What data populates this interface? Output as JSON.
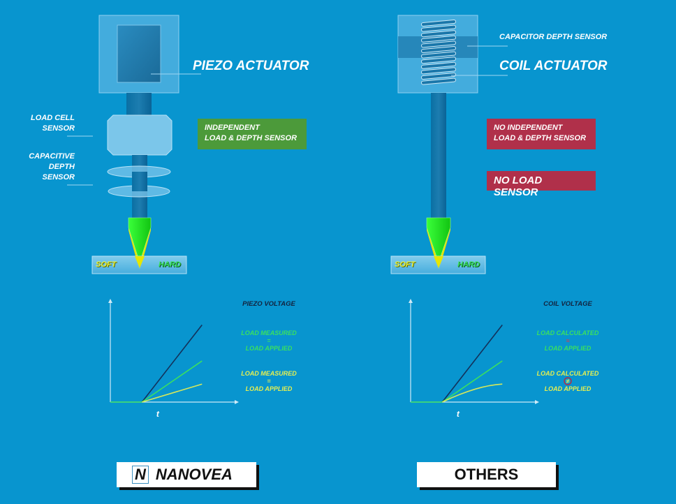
{
  "colors": {
    "background": "#0895cf",
    "independent_box": "#4c9a3a",
    "warning_box": "#b0304a",
    "tip_green": "#22dd22",
    "tip_yellow": "#e6e600",
    "line_dark": "#13315a",
    "line_green": "#3ae060",
    "line_yellow": "#d6e85a"
  },
  "left": {
    "actuator_label": "PIEZO ACTUATOR",
    "load_cell_label": [
      "LOAD CELL",
      "SENSOR"
    ],
    "capacitive_label": [
      "CAPACITIVE",
      "DEPTH",
      "SENSOR"
    ],
    "status_box": [
      "INDEPENDENT",
      "LOAD & DEPTH SENSOR"
    ],
    "sample": {
      "soft": "SOFT",
      "hard": "HARD"
    },
    "brand": {
      "logo_letter": "N",
      "name": "NANOVEA"
    }
  },
  "right": {
    "depth_sensor_label": "CAPACITOR DEPTH SENSOR",
    "actuator_label": "COIL ACTUATOR",
    "status_box": [
      "NO INDEPENDENT",
      "LOAD & DEPTH SENSOR"
    ],
    "status_box_2": "NO LOAD SENSOR",
    "sample": {
      "soft": "SOFT",
      "hard": "HARD"
    },
    "brand": {
      "name": "OTHERS"
    }
  },
  "chart_data": [
    {
      "type": "line",
      "title": "PIEZO VOLTAGE",
      "xlabel": "t",
      "ylabel": "",
      "x": [
        0,
        1,
        2.9
      ],
      "series": [
        {
          "name": "PIEZO VOLTAGE",
          "color": "#13315a",
          "values": [
            0,
            0,
            3.0
          ]
        },
        {
          "name": "LOAD MEASURED = LOAD APPLIED (green)",
          "color": "#3ae060",
          "values": [
            0,
            0,
            1.6
          ]
        },
        {
          "name": "LOAD MEASURED = LOAD APPLIED (yellow)",
          "color": "#d6e85a",
          "values": [
            0,
            0,
            0.7
          ]
        }
      ],
      "annotations": [
        {
          "lines": [
            "LOAD MEASURED",
            "=",
            "LOAD APPLIED"
          ],
          "color": "#3ae060"
        },
        {
          "lines": [
            "LOAD MEASURED",
            "=",
            "LOAD APPLIED"
          ],
          "color": "#e6f050"
        }
      ],
      "curved_last_series": false,
      "xlim": [
        0,
        3.8
      ],
      "ylim": [
        0,
        3.8
      ],
      "grid": false
    },
    {
      "type": "line",
      "title": "COIL VOLTAGE",
      "xlabel": "t",
      "ylabel": "",
      "x": [
        0,
        1,
        2.9
      ],
      "series": [
        {
          "name": "COIL VOLTAGE",
          "color": "#13315a",
          "values": [
            0,
            0,
            3.0
          ]
        },
        {
          "name": "LOAD CALCULATED ≈ LOAD APPLIED",
          "color": "#3ae060",
          "values": [
            0,
            0,
            1.6
          ]
        },
        {
          "name": "LOAD CALCULATED ≠ LOAD APPLIED",
          "color": "#d6e85a",
          "values": [
            0,
            0,
            0.7
          ]
        }
      ],
      "annotations": [
        {
          "lines": [
            "LOAD CALCULATED",
            "≈",
            "LOAD APPLIED"
          ],
          "color": "#3ae060"
        },
        {
          "lines": [
            "LOAD CALCULATED",
            "≠",
            "LOAD APPLIED"
          ],
          "color": "#e6f050"
        }
      ],
      "curved_last_series": true,
      "xlim": [
        0,
        3.8
      ],
      "ylim": [
        0,
        3.8
      ],
      "grid": false
    }
  ]
}
